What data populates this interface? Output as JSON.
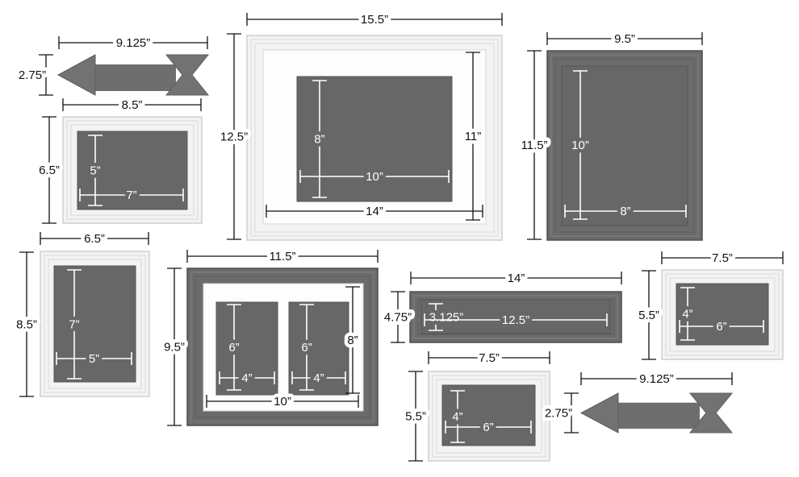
{
  "colors": {
    "photo": "#676767",
    "dark_frame": "#6b6b6b",
    "white_frame": "#f3f3f3",
    "ink": "#111111"
  },
  "items": [
    {
      "name": "arrow-top-left",
      "width": "9.125”",
      "height": "2.75”"
    },
    {
      "name": "frame-small-landscape-white",
      "width": "8.5”",
      "height": "6.5”",
      "photo_h": "5”",
      "photo_w": "7”"
    },
    {
      "name": "frame-large-matted-white",
      "width": "15.5”",
      "height": "12.5”",
      "mat_h": "11”",
      "mat_w": "14”",
      "photo_h": "8”",
      "photo_w": "10”"
    },
    {
      "name": "frame-portrait-dark",
      "width": "9.5”",
      "height": "11.5”",
      "photo_h": "10”",
      "photo_w": "8”"
    },
    {
      "name": "frame-portrait-white",
      "width": "6.5”",
      "height": "8.5”",
      "photo_h": "7”",
      "photo_w": "5”"
    },
    {
      "name": "frame-double-matted-dark",
      "width": "11.5”",
      "height": "9.5”",
      "mat_h": "8”",
      "mat_w": "10”",
      "photo1_h": "6”",
      "photo1_w": "4”",
      "photo2_h": "6”",
      "photo2_w": "4”"
    },
    {
      "name": "frame-panoramic-dark",
      "width": "14”",
      "height": "4.75”",
      "photo_h": "3.125”",
      "photo_w": "12.5”"
    },
    {
      "name": "frame-small-white-right",
      "width": "7.5”",
      "height": "5.5”",
      "photo_h": "4”",
      "photo_w": "6”"
    },
    {
      "name": "frame-small-white-bottom",
      "width": "7.5”",
      "height": "5.5”",
      "photo_h": "4”",
      "photo_w": "6”"
    },
    {
      "name": "arrow-bottom-right",
      "width": "9.125”",
      "height": "2.75”"
    }
  ]
}
